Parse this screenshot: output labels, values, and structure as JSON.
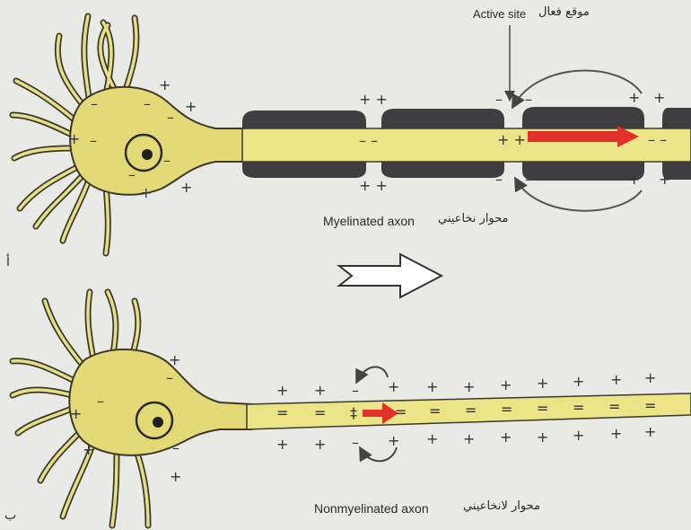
{
  "labels": {
    "active_site_en": "Active site",
    "active_site_ar": "موقع فعال",
    "myelinated_en": "Myelinated axon",
    "myelinated_ar": "محوار نخاعيني",
    "nonmyelinated_en": "Nonmyelinated axon",
    "nonmyelinated_ar": "محوار لانخاعيني",
    "panel_a": "أ",
    "panel_b": "ب"
  },
  "colors": {
    "axon_fill": "#ece588",
    "neuron_fill": "#e4d977",
    "outline": "#3a3a2a",
    "myelin": "#3e3e40",
    "impulse": "#e0322a",
    "background": "#e9e9e6"
  }
}
